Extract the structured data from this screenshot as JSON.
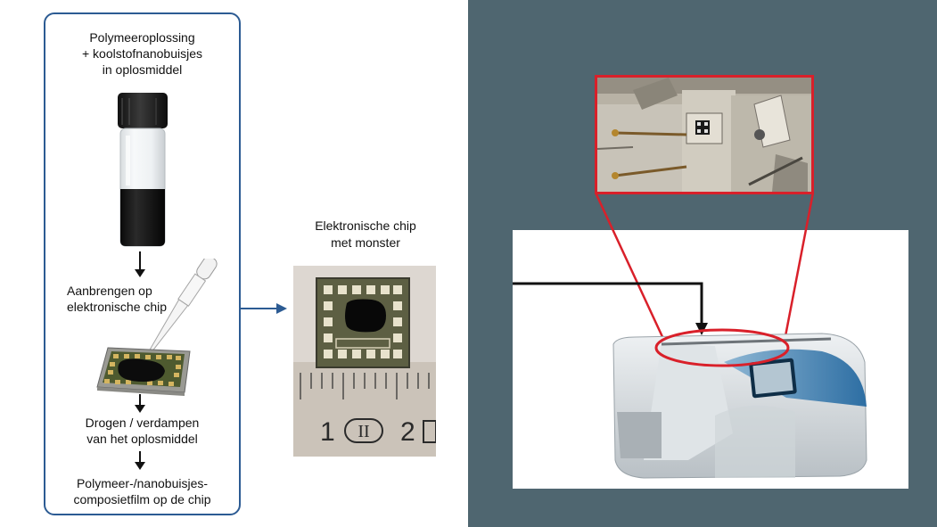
{
  "left_panel": {
    "step1": {
      "line1": "Polymeeroplossing",
      "line2": "+ koolstofnanobuisjes",
      "line3": "in oplosmiddel"
    },
    "step2": {
      "line1": "Aanbrengen op",
      "line2": "elektronische chip"
    },
    "step3": {
      "line1": "Drogen / verdampen",
      "line2": "van het oplosmiddel"
    },
    "step4": {
      "line1": "Polymeer-/nanobuisjes-",
      "line2": "composietfilm op de chip"
    }
  },
  "chip": {
    "caption_line1": "Elektronische chip",
    "caption_line2": "met monster",
    "ruler_label_1": "1",
    "ruler_label_roman": "II",
    "ruler_label_2": "2"
  },
  "colors": {
    "panel_border": "#2c5b93",
    "arrow_blue": "#2c5b93",
    "highlight_red": "#d9202a",
    "right_background": "#4f6670"
  }
}
